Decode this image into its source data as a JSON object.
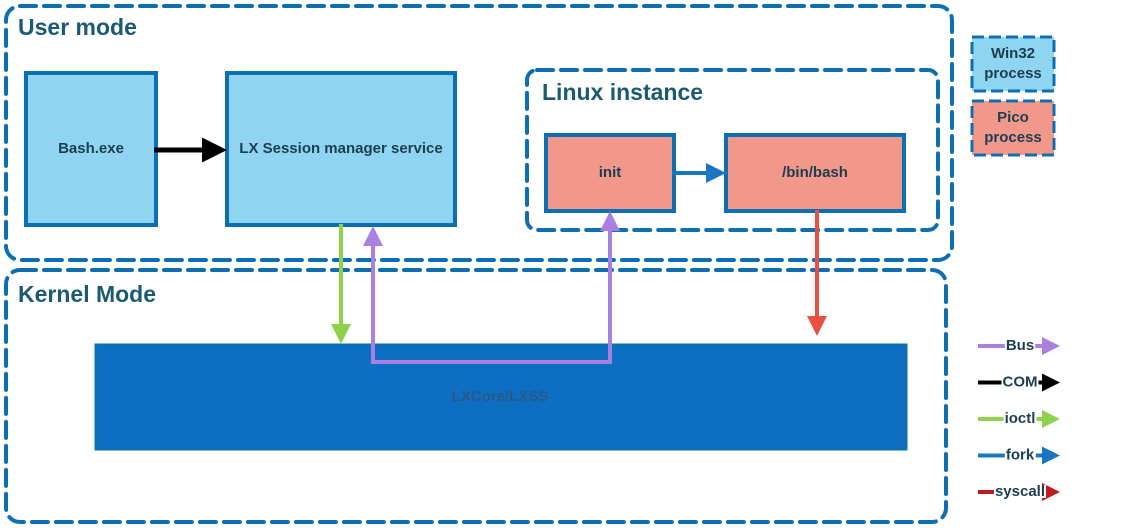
{
  "zones": {
    "user_mode": "User mode",
    "kernel_mode": "Kernel Mode",
    "linux_instance": "Linux instance"
  },
  "boxes": {
    "bash_exe": "Bash.exe",
    "lx_session_manager": "LX Session manager service",
    "init": "init",
    "bin_bash": "/bin/bash",
    "lxcore": "LXCore/LXSS"
  },
  "key": {
    "win32_process": [
      "Win32",
      "process"
    ],
    "pico_process": [
      "Pico",
      "process"
    ]
  },
  "legend": [
    {
      "label": "Bus",
      "color": "#a97fe0"
    },
    {
      "label": "COM",
      "color": "#000000"
    },
    {
      "label": "ioctl",
      "color": "#8ed14b"
    },
    {
      "label": "fork",
      "color": "#1a76c2"
    },
    {
      "label": "syscall",
      "color": "#c0191b"
    }
  ],
  "colors": {
    "win32_fill": "#8fd4f0",
    "pico_fill": "#f2988b",
    "kernel_fill": "#0d6fc4",
    "border": "#0d6fb3",
    "bus": "#a97fe0",
    "com": "#000000",
    "ioctl": "#8ed14b",
    "fork": "#1a76c2",
    "syscall_arrow": "#e8503f"
  }
}
